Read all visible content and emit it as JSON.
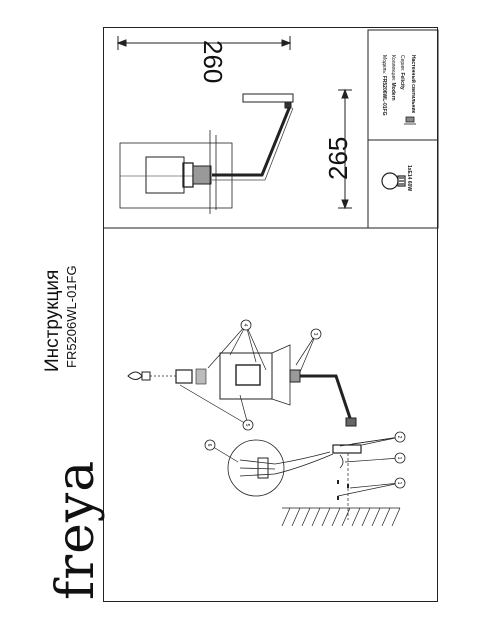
{
  "brand": {
    "logo": "freya"
  },
  "header": {
    "title": "Инструкция",
    "model": "FR5206WL-01FG"
  },
  "dimensions": {
    "width": "260",
    "height": "265"
  },
  "info_block": {
    "model_label": "Модель:",
    "model_value": "FR5206WL-01FG",
    "collection_label": "Коллекция:",
    "collection_value": "Modern",
    "series_label": "Серия:",
    "series_value": "Felicity",
    "type_value": "Настенный светильник",
    "lamp_spec": "1xE14 60W"
  },
  "callouts": [
    "1",
    "2",
    "3",
    "4",
    "5",
    "6"
  ]
}
